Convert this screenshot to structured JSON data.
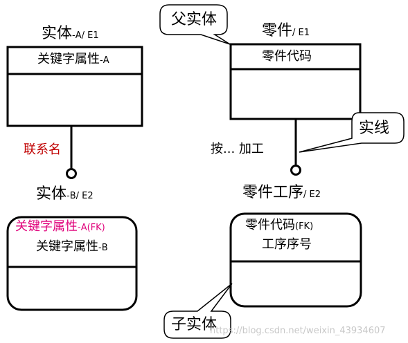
{
  "left": {
    "parent": {
      "title": "实体",
      "title_suffix": "-A/ E1",
      "key_attr": "关键字属性",
      "key_attr_suffix": "-A"
    },
    "relation_label": "联系名",
    "child": {
      "title": "实体",
      "title_suffix": "-B/ E2",
      "fk_attr": "关键字属性",
      "fk_attr_suffix": "-A(FK)",
      "key_attr": "关键字属性",
      "key_attr_suffix": "-B"
    }
  },
  "right": {
    "parent": {
      "title": "零件",
      "title_suffix": "/ E1",
      "key_attr": "零件代码"
    },
    "relation_label": "按... 加工",
    "child": {
      "title": "零件工序",
      "title_suffix": "/ E2",
      "fk_attr": "零件代码",
      "fk_attr_suffix": "(FK)",
      "key_attr": "工序序号"
    }
  },
  "callouts": {
    "parent_entity": "父实体",
    "solid_line": "实线",
    "child_entity": "子实体"
  },
  "watermark": "https://blog.csdn.net/weixin_43934607",
  "colors": {
    "relation_label": "#c00000",
    "fk_attr": "#e0007a",
    "line": "#000000"
  }
}
